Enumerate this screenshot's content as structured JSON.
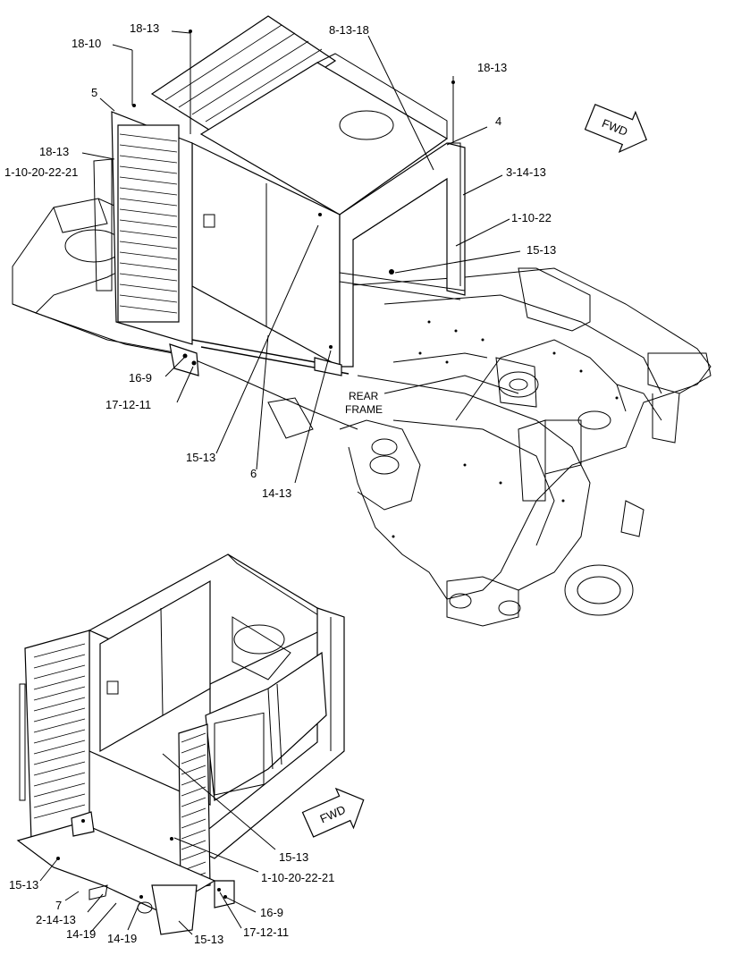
{
  "upper_view": {
    "callouts": {
      "c1": "18-13",
      "c2": "18-10",
      "c3": "8-13-18",
      "c4": "18-13",
      "c5": "5",
      "c6": "4",
      "c7": "18-13",
      "c8": "1-10-20-22-21",
      "c9": "3-14-13",
      "c10": "1-10-22",
      "c11": "15-13",
      "c12": "16-9",
      "c13": "17-12-11",
      "c14": "15-13",
      "c15": "6",
      "c16": "14-13"
    },
    "frame_label_line1": "REAR",
    "frame_label_line2": "FRAME",
    "fwd_label": "FWD"
  },
  "lower_view": {
    "callouts": {
      "c1": "15-13",
      "c2": "1-10-20-22-21",
      "c3": "15-13",
      "c4": "7",
      "c5": "2-14-13",
      "c6": "14-19",
      "c7": "14-19",
      "c8": "15-13",
      "c9": "16-9",
      "c10": "17-12-11"
    },
    "fwd_label": "FWD"
  }
}
